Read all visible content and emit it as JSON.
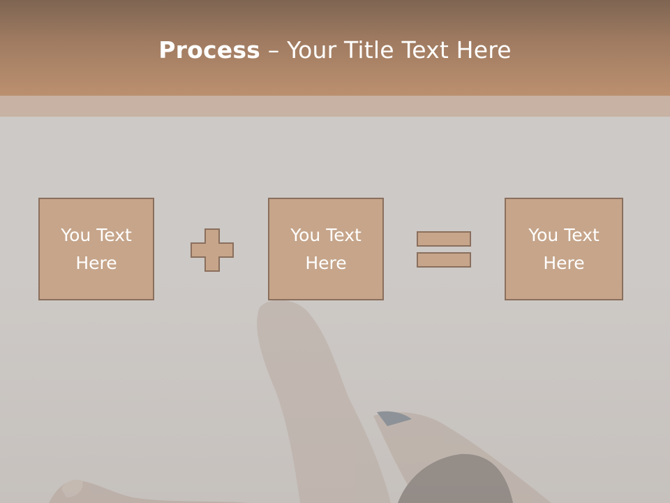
{
  "slide": {
    "title_bold": "Process",
    "title_rest": " – Your Title Text Here",
    "boxes": [
      {
        "text": "You Text Here"
      },
      {
        "text": "You Text Here"
      },
      {
        "text": "You Text Here"
      }
    ],
    "operators": [
      "plus-sign",
      "equals-sign"
    ]
  },
  "colors": {
    "title_bar": "#a17c62",
    "box_fill": "#c6a58a",
    "box_border": "#8a6f5d",
    "background": "#cdc9c6"
  }
}
